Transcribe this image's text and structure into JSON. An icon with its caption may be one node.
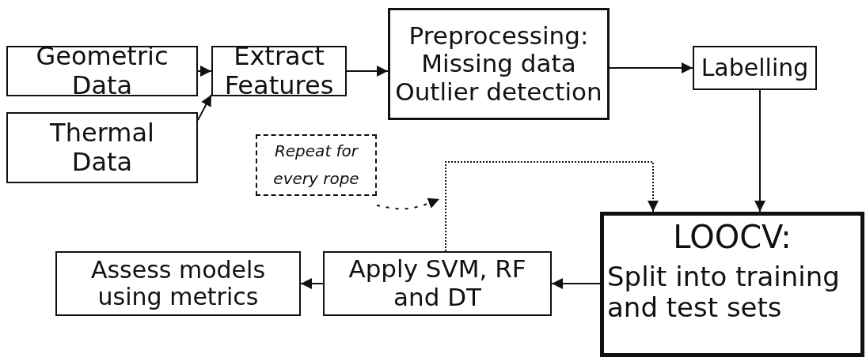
{
  "diagram": {
    "nodes": [
      {
        "text": [
          "Geometric Data"
        ]
      },
      {
        "text": [
          "Thermal Data"
        ]
      },
      {
        "text": [
          "Extract Features"
        ]
      },
      {
        "text": [
          "Preprocessing:",
          "Missing data Outlier detection"
        ]
      },
      {
        "text": [
          "Labelling"
        ]
      },
      {
        "text": [
          "Repeat for every rope"
        ]
      },
      {
        "text": [
          "LOOCV:",
          "Split into training and test sets"
        ]
      },
      {
        "text": [
          "Apply SVM, RF and DT"
        ]
      },
      {
        "text": [
          "Assess models using metrics"
        ]
      }
    ],
    "edges": [
      {
        "from": 0,
        "to": 2,
        "arrow": "to"
      },
      {
        "from": 1,
        "to": 2,
        "arrow": "to"
      },
      {
        "from": 2,
        "to": 3,
        "arrow": "to"
      },
      {
        "from": 3,
        "to": 4,
        "arrow": "to"
      },
      {
        "from": 4,
        "to": 6,
        "arrow": "to"
      },
      {
        "from": 6,
        "to": 7,
        "arrow": "to"
      },
      {
        "from": 7,
        "to": 8,
        "arrow": "to"
      },
      {
        "from": 7,
        "to": 6,
        "arrow": "to",
        "style": "dashed"
      },
      {
        "from": 5,
        "to": null,
        "arrow": "to",
        "style": "dashed"
      }
    ]
  }
}
